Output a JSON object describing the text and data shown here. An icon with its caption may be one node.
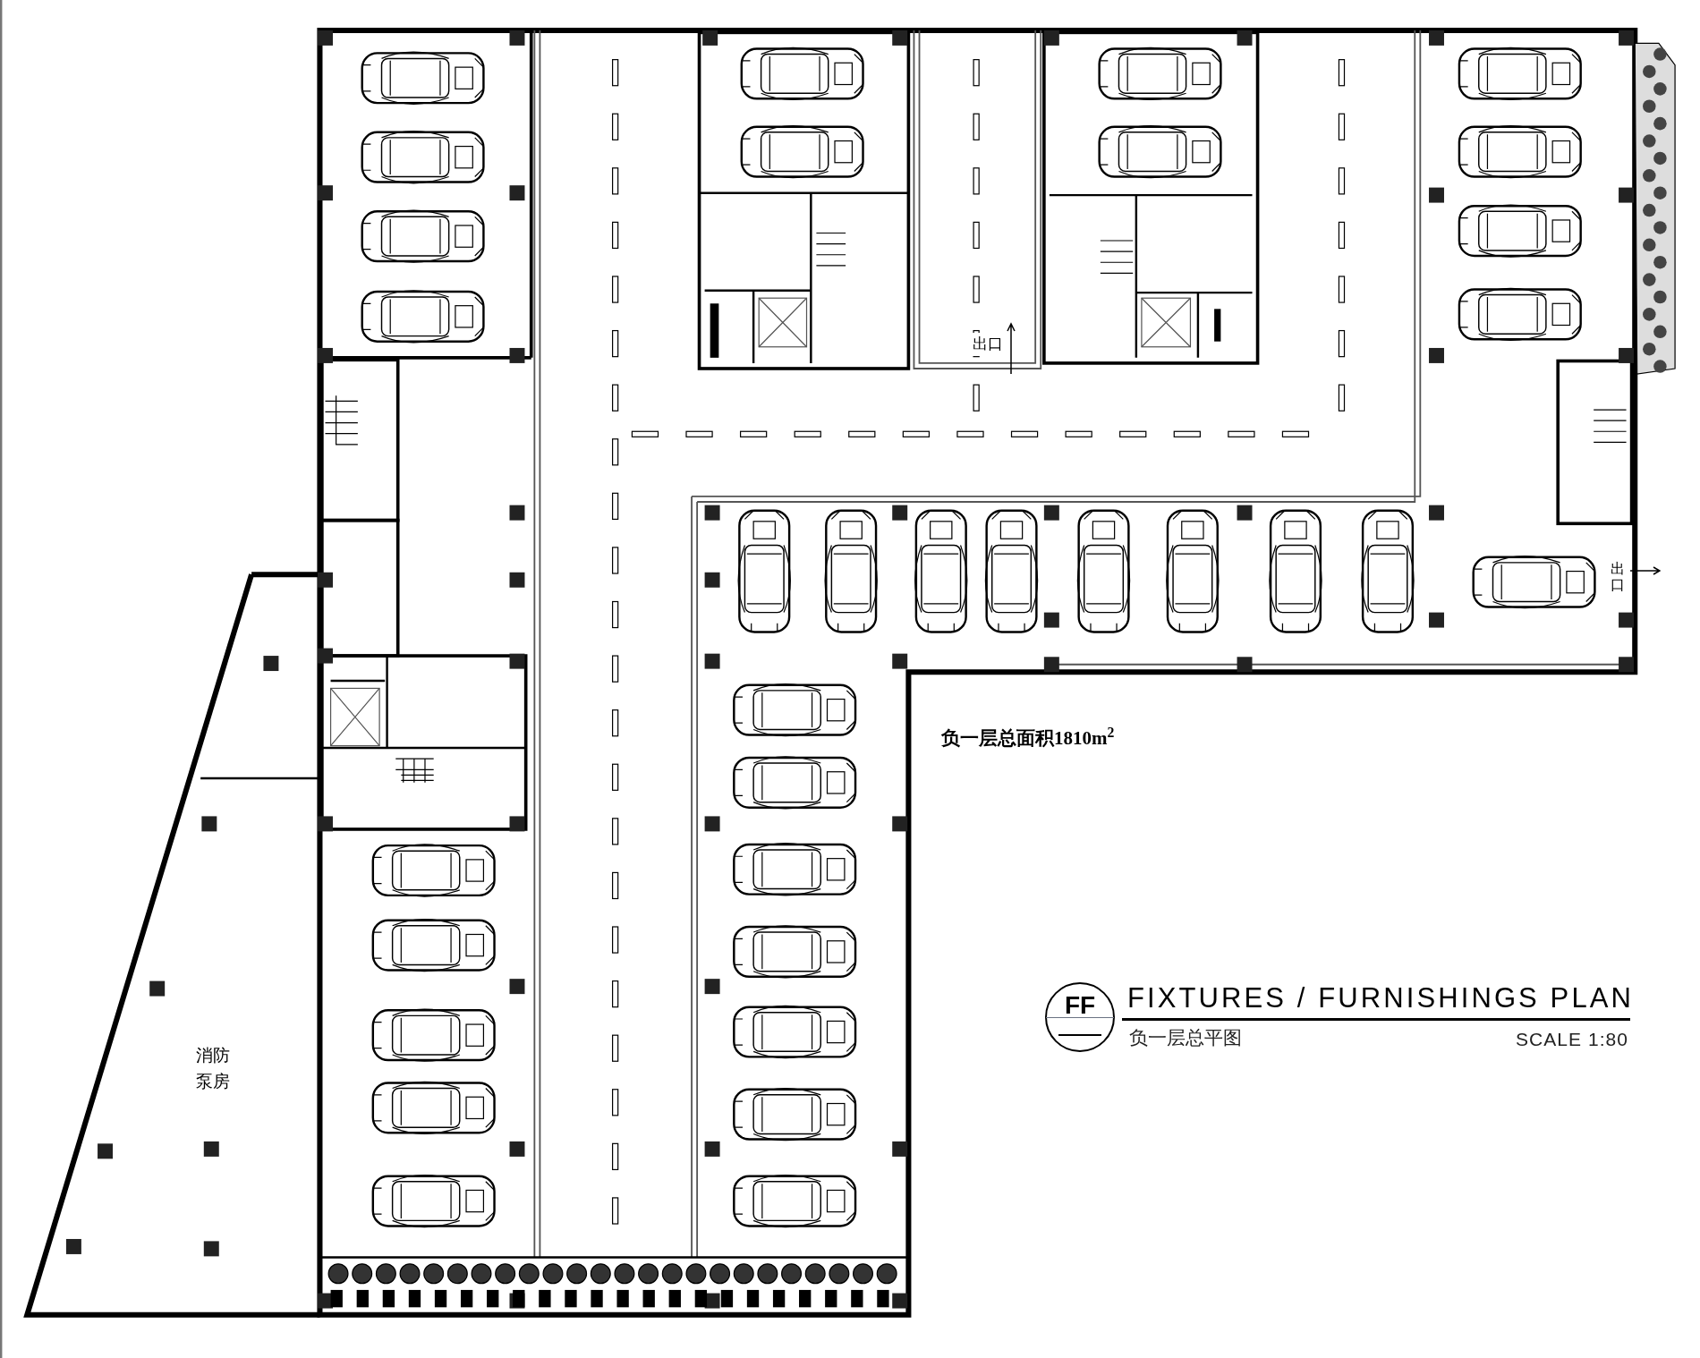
{
  "diagram": {
    "title": "FIXTURES / FURNISHINGS PLAN",
    "nodes": [
      {
        "text": [
          "消防泵房"
        ]
      },
      {
        "text": [
          "FF"
        ]
      }
    ],
    "labels": [
      "出口",
      "出口",
      "负一层总面积1810m$^{2}$",
      "负一层总平图",
      "SCALE 1:80"
    ]
  }
}
